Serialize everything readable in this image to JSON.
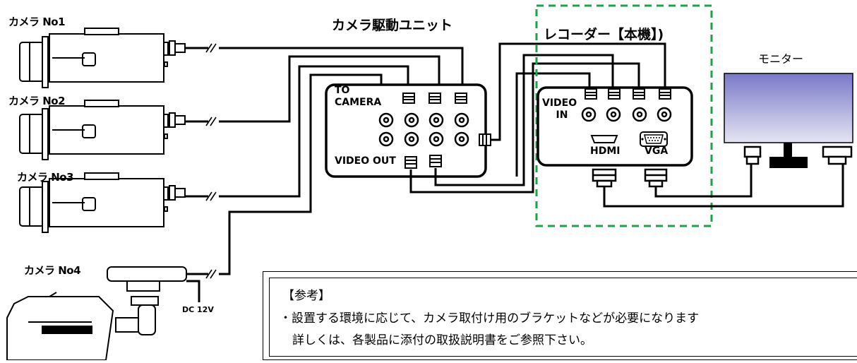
{
  "cameras": [
    {
      "label": "カメラ No1"
    },
    {
      "label": "カメラ No2"
    },
    {
      "label": "カメラ No3"
    },
    {
      "label": "カメラ No4"
    }
  ],
  "power_label": "DC 12V",
  "drive_unit": {
    "title": "カメラ駆動ユニット",
    "to_camera": "TO\nCAMERA",
    "video_out": "VIDEO OUT"
  },
  "recorder": {
    "title": "レコーダー【本機】)",
    "video_in": "VIDEO\n    IN",
    "hdmi": "HDMI",
    "vga": "VGA"
  },
  "monitor": {
    "label": "モニター"
  },
  "note": {
    "heading": "【参考】",
    "line1": "・設置する環境に応じて、カメラ取付け用のブラケットなどが必要になります",
    "line2": "詳しくは、各製品に添付の取扱説明書をご参照下さい。"
  },
  "colors": {
    "dashed_border": "#1aa34a",
    "monitor_top": "#7a79c9",
    "monitor_bottom": "#d9d9ee"
  }
}
